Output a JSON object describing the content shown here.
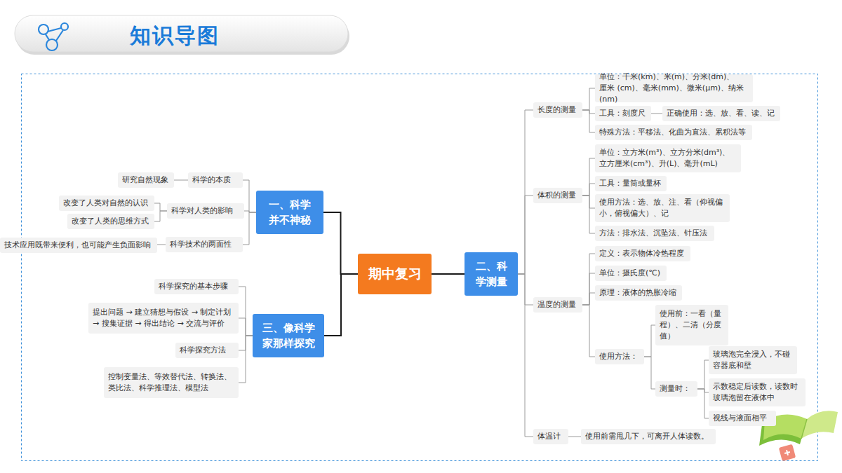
{
  "diagram": {
    "title": "知识导图",
    "nodes": [
      {
        "text": [
          "期中复习"
        ]
      },
      {
        "text": [
          "一、科学 并不神秘"
        ]
      },
      {
        "text": [
          "科学的本质"
        ]
      },
      {
        "text": [
          "研究自然现象"
        ]
      },
      {
        "text": [
          "科学对人类的影响"
        ]
      },
      {
        "text": [
          "改变了人类对自然的认识"
        ]
      },
      {
        "text": [
          "改变了人类的思维方式"
        ]
      },
      {
        "text": [
          "科学技术的两面性"
        ]
      },
      {
        "text": [
          "技术应用既带来便利，也可能产生负面影响"
        ]
      },
      {
        "text": [
          "三、像科学 家那样探究"
        ]
      },
      {
        "text": [
          "科学探究的基本步骤"
        ]
      },
      {
        "text": [
          "提出问题 → 建立猜想与假设 → 制定计划 → 搜集证据 → 得出结论 → 交流与评价"
        ]
      },
      {
        "text": [
          "科学探究方法"
        ]
      },
      {
        "text": [
          "控制变量法、等效替代法、转换法、 类比法、科学推理法、模型法"
        ]
      },
      {
        "text": [
          "二、科 学测量"
        ]
      },
      {
        "text": [
          "长度的测量"
        ]
      },
      {
        "text": [
          "单位：千米(km)、米(m)、分米(dm)、厘米 (cm)、毫米(mm)、微米(μm)、纳米(nm)"
        ]
      },
      {
        "text": [
          "工具：刻度尺"
        ]
      },
      {
        "text": [
          "正确使用：选、放、看、读、记"
        ]
      },
      {
        "text": [
          "特殊方法：平移法、化曲为直法、累积法等"
        ]
      },
      {
        "text": [
          "体积的测量"
        ]
      },
      {
        "text": [
          "单位：立方米(m³)、立方分米(dm³)、 立方厘米(cm³)、升(L)、毫升(mL)"
        ]
      },
      {
        "text": [
          "工具：量筒或量杯"
        ]
      },
      {
        "text": [
          "使用方法：选、放、注、看（仰视偏 小，俯视偏大）、记"
        ]
      },
      {
        "text": [
          "方法：排水法、沉坠法、针压法"
        ]
      },
      {
        "text": [
          "温度的测量"
        ]
      },
      {
        "text": [
          "定义：表示物体冷热程度"
        ]
      },
      {
        "text": [
          "单位：摄氏度(℃)"
        ]
      },
      {
        "text": [
          "原理：液体的热胀冷缩"
        ]
      },
      {
        "text": [
          "使用方法："
        ]
      },
      {
        "text": [
          "使用前：一看（量 程）、二清（分度 值）"
        ]
      },
      {
        "text": [
          "测量时："
        ]
      },
      {
        "text": [
          "玻璃泡完全浸入，不碰 容器底和壁"
        ]
      },
      {
        "text": [
          "示数稳定后读数，读数时 玻璃泡留在液体中"
        ]
      },
      {
        "text": [
          "视线与液面相平"
        ]
      },
      {
        "text": [
          "体温计"
        ]
      },
      {
        "text": [
          "使用前需甩几下，可离开人体读数。"
        ]
      }
    ],
    "edges": [
      {
        "from": 0,
        "to": 1,
        "arrow": "none"
      },
      {
        "from": 0,
        "to": 9,
        "arrow": "none"
      },
      {
        "from": 0,
        "to": 14,
        "arrow": "none"
      },
      {
        "from": 1,
        "to": 2,
        "arrow": "none"
      },
      {
        "from": 1,
        "to": 4,
        "arrow": "none"
      },
      {
        "from": 1,
        "to": 7,
        "arrow": "none"
      },
      {
        "from": 2,
        "to": 3,
        "arrow": "none"
      },
      {
        "from": 4,
        "to": 5,
        "arrow": "none"
      },
      {
        "from": 4,
        "to": 6,
        "arrow": "none"
      },
      {
        "from": 7,
        "to": 8,
        "arrow": "none"
      },
      {
        "from": 9,
        "to": 10,
        "arrow": "none"
      },
      {
        "from": 9,
        "to": 11,
        "arrow": "none"
      },
      {
        "from": 9,
        "to": 12,
        "arrow": "none"
      },
      {
        "from": 9,
        "to": 13,
        "arrow": "none"
      },
      {
        "from": 14,
        "to": 15,
        "arrow": "none"
      },
      {
        "from": 14,
        "to": 20,
        "arrow": "none"
      },
      {
        "from": 14,
        "to": 25,
        "arrow": "none"
      },
      {
        "from": 14,
        "to": 35,
        "arrow": "none"
      },
      {
        "from": 15,
        "to": 16,
        "arrow": "none"
      },
      {
        "from": 15,
        "to": 17,
        "arrow": "none"
      },
      {
        "from": 15,
        "to": 19,
        "arrow": "none"
      },
      {
        "from": 17,
        "to": 18,
        "arrow": "none"
      },
      {
        "from": 20,
        "to": 21,
        "arrow": "none"
      },
      {
        "from": 20,
        "to": 22,
        "arrow": "none"
      },
      {
        "from": 20,
        "to": 23,
        "arrow": "none"
      },
      {
        "from": 20,
        "to": 24,
        "arrow": "none"
      },
      {
        "from": 25,
        "to": 26,
        "arrow": "none"
      },
      {
        "from": 25,
        "to": 27,
        "arrow": "none"
      },
      {
        "from": 25,
        "to": 28,
        "arrow": "none"
      },
      {
        "from": 25,
        "to": 29,
        "arrow": "none"
      },
      {
        "from": 29,
        "to": 30,
        "arrow": "none"
      },
      {
        "from": 29,
        "to": 31,
        "arrow": "none"
      },
      {
        "from": 31,
        "to": 32,
        "arrow": "none"
      },
      {
        "from": 31,
        "to": 33,
        "arrow": "none"
      },
      {
        "from": 31,
        "to": 34,
        "arrow": "none"
      },
      {
        "from": 35,
        "to": 36,
        "arrow": "none"
      }
    ]
  }
}
